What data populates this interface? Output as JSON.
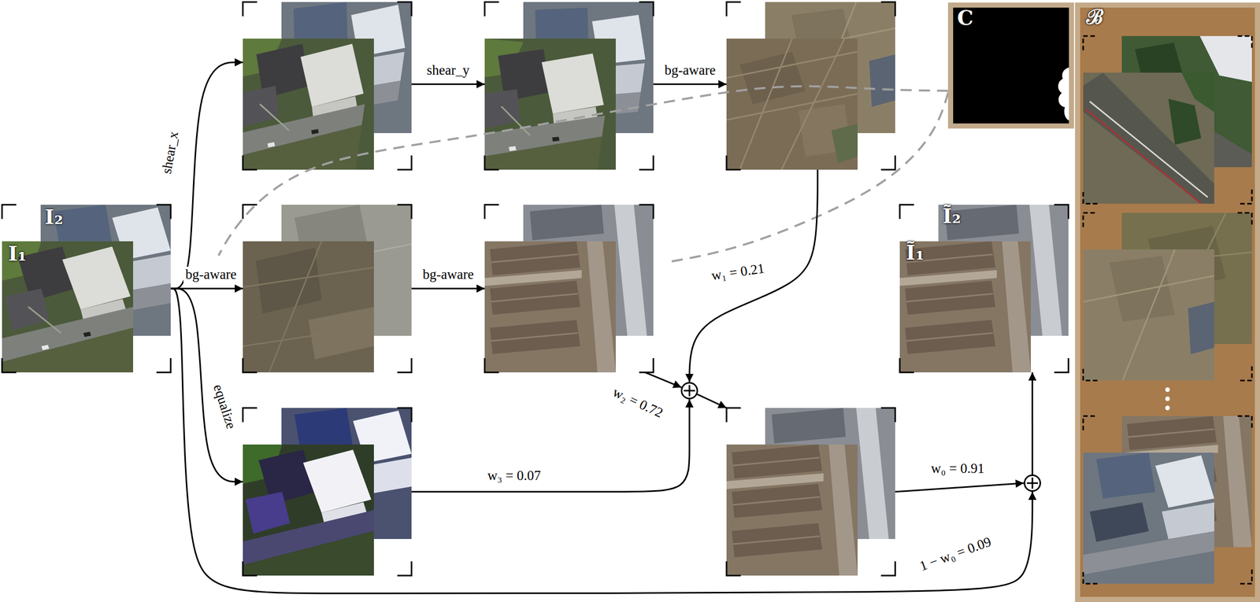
{
  "diagram": {
    "nodes": [
      {
        "text": []
      },
      {
        "text": []
      },
      {
        "text": []
      },
      {
        "text": [
          "C"
        ]
      },
      {
        "text": [
          "ℬ"
        ]
      },
      {
        "text": [
          "I₂",
          "I₁"
        ]
      },
      {
        "text": []
      },
      {
        "text": []
      },
      {
        "text": [
          "Ĩ₂",
          "Ĩ₁"
        ]
      },
      {
        "text": []
      },
      {
        "text": []
      },
      {
        "text": []
      },
      {
        "text": []
      }
    ],
    "edges": [
      {
        "from": 5,
        "to": 0,
        "label": "shear_x",
        "arrow": "to"
      },
      {
        "from": 0,
        "to": 1,
        "label": "shear_y",
        "arrow": "to"
      },
      {
        "from": 1,
        "to": 2,
        "label": "bg-aware",
        "arrow": "to"
      },
      {
        "from": 5,
        "to": 6,
        "label": "bg-aware",
        "arrow": "to"
      },
      {
        "from": 6,
        "to": 7,
        "label": "bg-aware",
        "arrow": "to"
      },
      {
        "from": 5,
        "to": 10,
        "label": "equalize",
        "arrow": "to"
      },
      {
        "from": 2,
        "to": 9,
        "label": "w₁ = 0.21",
        "arrow": "to"
      },
      {
        "from": 7,
        "to": 9,
        "label": "w₂ = 0.72",
        "arrow": "to"
      },
      {
        "from": 10,
        "to": 9,
        "label": "w₃ = 0.07",
        "arrow": "to"
      },
      {
        "from": 9,
        "to": 11,
        "arrow": "to"
      },
      {
        "from": 11,
        "to": 12,
        "label": "w₀ = 0.91",
        "arrow": "to"
      },
      {
        "from": 5,
        "to": 12,
        "label": "1 − w₀ = 0.09",
        "arrow": "to"
      },
      {
        "from": 12,
        "to": 8,
        "arrow": "to"
      }
    ]
  }
}
